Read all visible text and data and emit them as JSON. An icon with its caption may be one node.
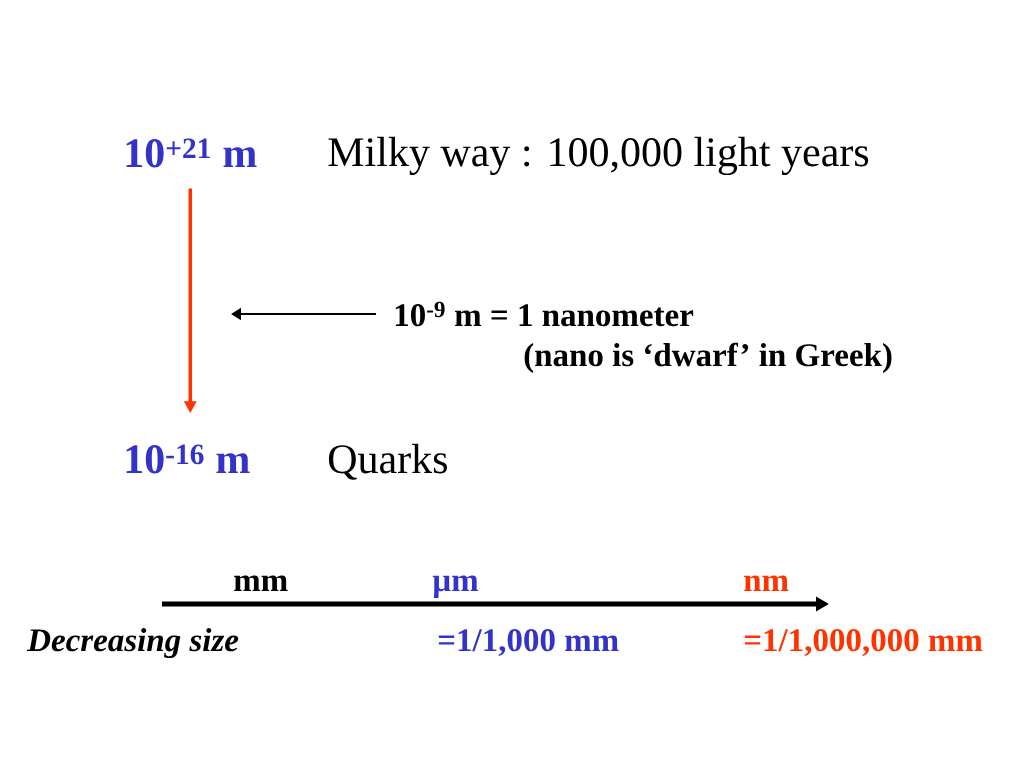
{
  "diagram": {
    "nodes": [
      {
        "text": [
          "10$^{+21}$ m"
        ],
        "beside": [
          "Milky way : 100,000 light years"
        ]
      },
      {
        "text": [
          "10$^{-16}$ m"
        ],
        "beside": [
          "Quarks"
        ]
      },
      {
        "text": [
          "10$^{-9}$ m = 1 nanometer",
          "(nano is ‘dwarf’ in Greek)"
        ]
      }
    ],
    "edges": [
      {
        "from": 0,
        "to": 1,
        "arrow": "to",
        "color": "#ff3300"
      },
      {
        "from": 2,
        "to": null,
        "arrow": "to",
        "color": "#000000"
      }
    ],
    "labels": [
      "mm",
      "µm",
      "nm",
      "Decreasing size",
      "=1/1,000 mm",
      "=1/1,000,000 mm"
    ]
  }
}
